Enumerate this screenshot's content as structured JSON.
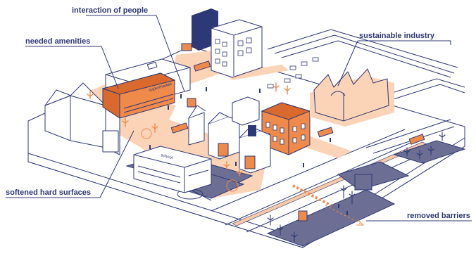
{
  "labels": {
    "interaction": "interaction of people",
    "amenities": "needed amenities",
    "industry": "sustainable industry",
    "softened": "softened hard surfaces",
    "barriers": "removed barriers"
  },
  "signs": {
    "supermarket": "supermarket",
    "school": "school"
  },
  "colors": {
    "navy": "#2d3876",
    "orange": "#f08a4b",
    "paleOrange": "#fbd3b6",
    "slate": "#6c6f93"
  }
}
